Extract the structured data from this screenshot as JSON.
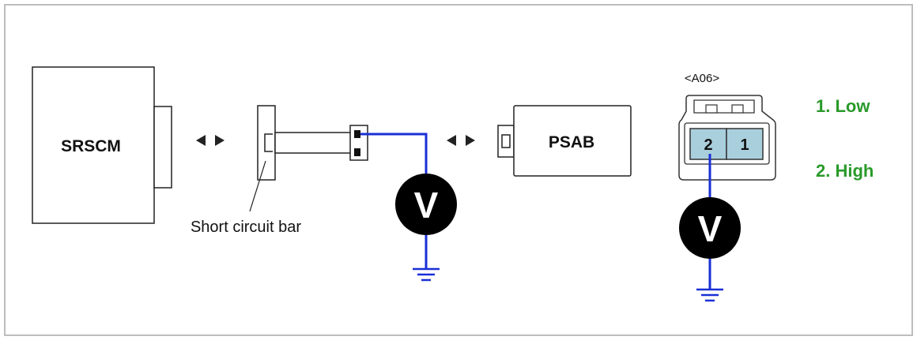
{
  "diagram": {
    "components": {
      "srscm_label": "SRSCM",
      "psab_label": "PSAB",
      "short_bar_label": "Short circuit bar",
      "connector_label": "<A06>"
    },
    "pins": {
      "pin2": "2",
      "pin1": "1"
    },
    "meters": {
      "meter1_symbol": "V",
      "meter2_symbol": "V"
    },
    "legend": {
      "item1": "1. Low",
      "item2": "2. High"
    },
    "colors": {
      "wire": "#1a2fd6",
      "legend": "#2a9a2a",
      "pin_fill": "#a9cfdc",
      "outline": "#222222"
    }
  }
}
